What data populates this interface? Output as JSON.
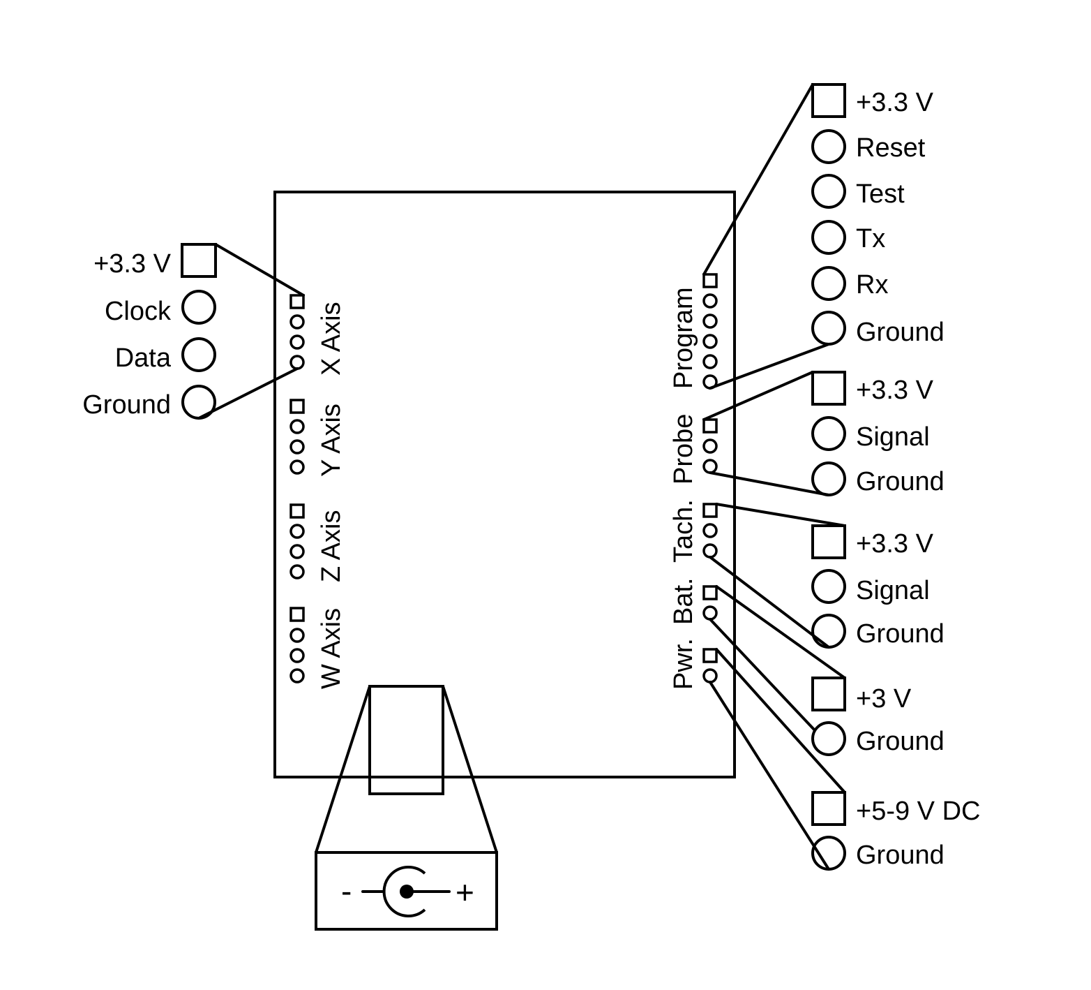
{
  "left_connector": {
    "pins": [
      "+3.3 V",
      "Clock",
      "Data",
      "Ground"
    ]
  },
  "board_labels": {
    "x_axis": "X Axis",
    "y_axis": "Y Axis",
    "z_axis": "Z Axis",
    "w_axis": "W Axis",
    "program": "Program",
    "probe": "Probe",
    "tach": "Tach.",
    "bat": "Bat.",
    "pwr": "Pwr."
  },
  "right_connectors": {
    "program": [
      "+3.3 V",
      "Reset",
      "Test",
      "Tx",
      "Rx",
      "Ground"
    ],
    "probe": [
      "+3.3 V",
      "Signal",
      "Ground"
    ],
    "tach": [
      "+3.3 V",
      "Signal",
      "Ground"
    ],
    "battery": [
      "+3 V",
      "Ground"
    ],
    "power": [
      "+5-9 V DC",
      "Ground"
    ]
  },
  "power_jack": {
    "minus": "-",
    "plus": "+"
  }
}
